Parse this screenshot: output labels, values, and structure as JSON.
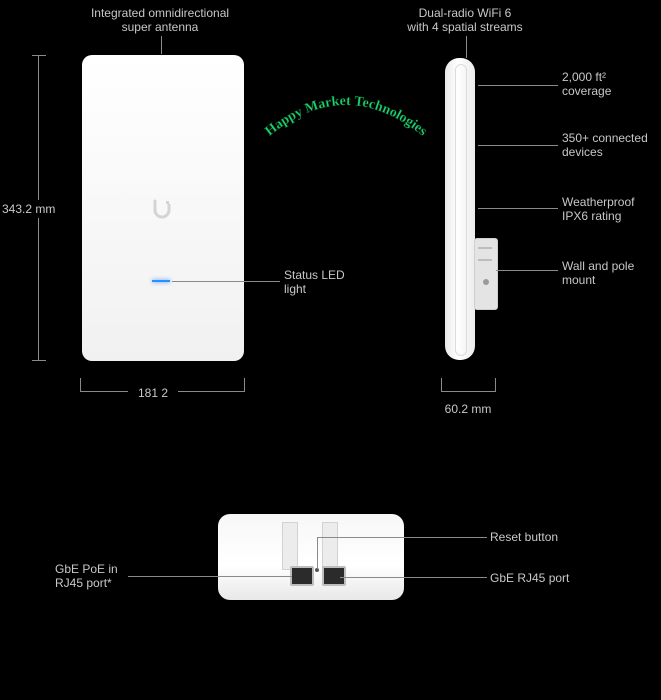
{
  "front_view": {
    "antenna_label": [
      "Integrated omnidirectional",
      "super antenna"
    ],
    "height_label": "343.2 mm",
    "width_label": "181 2 ",
    "status_led_label": [
      "Status LED",
      "light"
    ],
    "led_color": "#2f8cff"
  },
  "side_view": {
    "radio_label": [
      "Dual-radio WiFi 6",
      "with 4 spatial streams"
    ],
    "coverage_label": [
      "2,000 ft²",
      "coverage"
    ],
    "devices_label": [
      "350+ connected",
      "devices"
    ],
    "weather_label": [
      "Weatherproof",
      "IPX6 rating"
    ],
    "mount_label": [
      "Wall and pole",
      "mount"
    ],
    "depth_label": "60.2 mm"
  },
  "watermark": {
    "text": "Happy Market Technologies",
    "color": "#19d36b"
  },
  "bottom_view": {
    "poe_label": [
      "GbE PoE in",
      "RJ45 port*"
    ],
    "reset_label": "Reset button",
    "rj45_label": "GbE RJ45 port"
  }
}
